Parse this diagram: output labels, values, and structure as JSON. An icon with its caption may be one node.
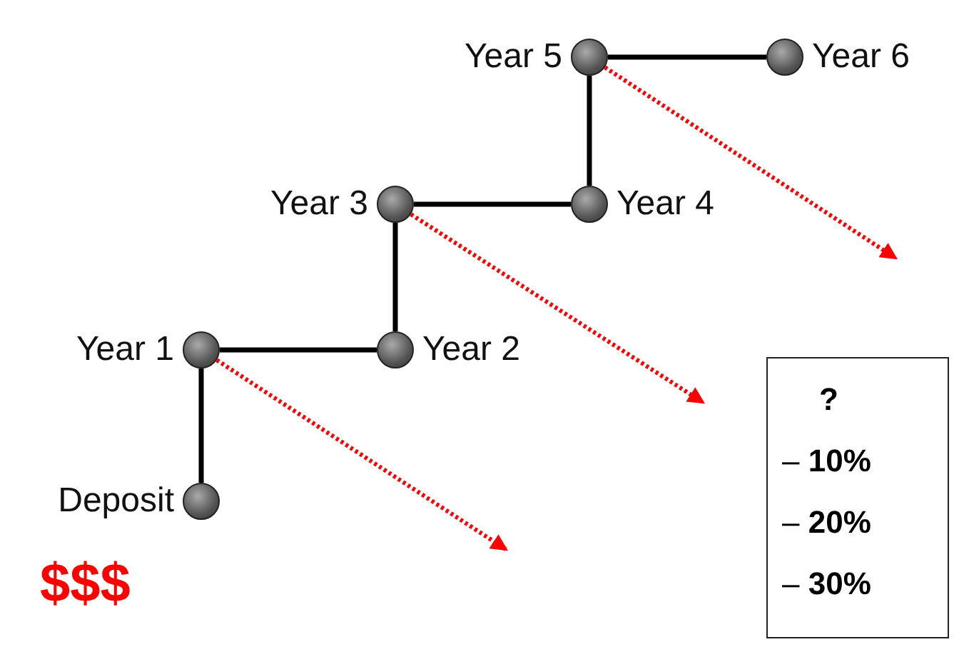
{
  "diagram": {
    "nodes": [
      {
        "text": [],
        "shape": "circle",
        "beside": [
          "Deposit"
        ]
      },
      {
        "text": [],
        "shape": "circle",
        "beside": [
          "Year 1"
        ]
      },
      {
        "text": [],
        "shape": "circle",
        "beside": [
          "Year 2"
        ]
      },
      {
        "text": [],
        "shape": "circle",
        "beside": [
          "Year 3"
        ]
      },
      {
        "text": [],
        "shape": "circle",
        "beside": [
          "Year 4"
        ]
      },
      {
        "text": [],
        "shape": "circle",
        "beside": [
          "Year 5"
        ]
      },
      {
        "text": [],
        "shape": "circle",
        "beside": [
          "Year 6"
        ]
      },
      {
        "text": [
          "?",
          "– **10%**",
          "– **20%**",
          "– **30%**"
        ]
      }
    ],
    "edges": [
      {
        "from": 0,
        "to": 1,
        "arrow": "none"
      },
      {
        "from": 1,
        "to": 2,
        "arrow": "none"
      },
      {
        "from": 2,
        "to": 3,
        "arrow": "none"
      },
      {
        "from": 3,
        "to": 4,
        "arrow": "none"
      },
      {
        "from": 4,
        "to": 5,
        "arrow": "none"
      },
      {
        "from": 5,
        "to": 6,
        "arrow": "none"
      },
      {
        "from": 1,
        "to": null,
        "arrow": "to",
        "style": "dashed",
        "color": "#ff0000"
      },
      {
        "from": 3,
        "to": null,
        "arrow": "to",
        "style": "dashed",
        "color": "#ff0000"
      },
      {
        "from": 5,
        "to": null,
        "arrow": "to",
        "style": "dashed",
        "color": "#ff0000"
      }
    ],
    "labels": [
      "$$$"
    ]
  }
}
